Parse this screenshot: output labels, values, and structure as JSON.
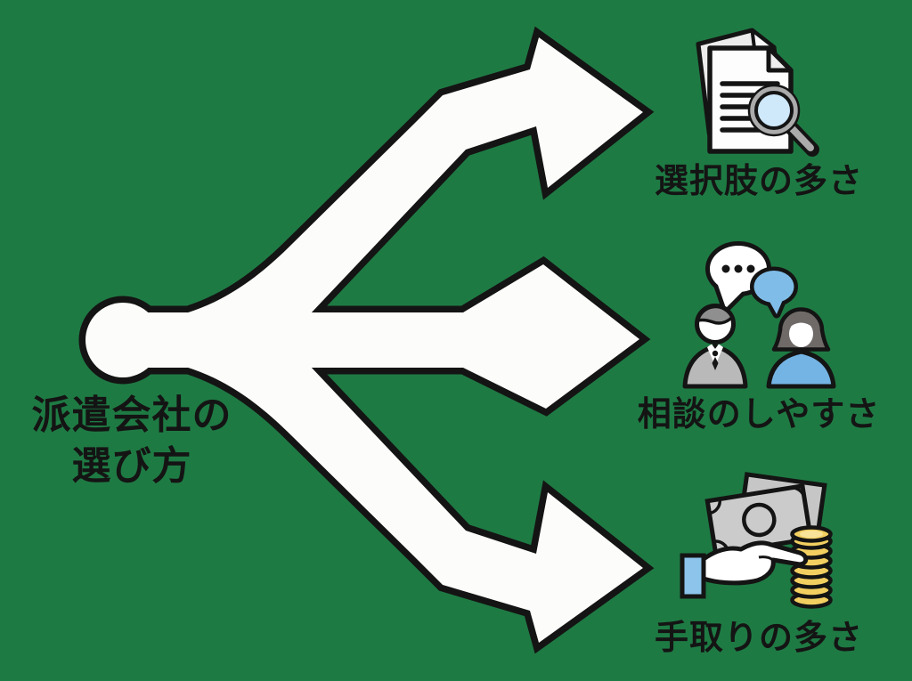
{
  "diagram": {
    "title": {
      "line1": "派遣会社の",
      "line2": "選び方"
    },
    "branches": [
      {
        "label": "選択肢の多さ",
        "icon": "documents-magnifier-icon"
      },
      {
        "label": "相談のしやすさ",
        "icon": "consultation-people-icon"
      },
      {
        "label": "手取りの多さ",
        "icon": "money-hand-icon"
      }
    ],
    "colors": {
      "background": "#1e7a43",
      "shape_fill": "#fcfcfa",
      "outline": "#141414",
      "text": "#141414",
      "bubble_blue": "#7fbde8",
      "clothing_blue": "#74b4e4",
      "cuff_blue": "#8cc4ec",
      "lens_blue": "#cfe8fa",
      "coin_gold": "#f2cf60",
      "coin_highlight": "#f8e39a",
      "note_gray": "#cbcbcb",
      "suit_gray": "#b9b9b9",
      "hair_gray": "#8f8f8f",
      "hair_dark": "#6f6a68",
      "paper_back_gray": "#ececec"
    }
  }
}
